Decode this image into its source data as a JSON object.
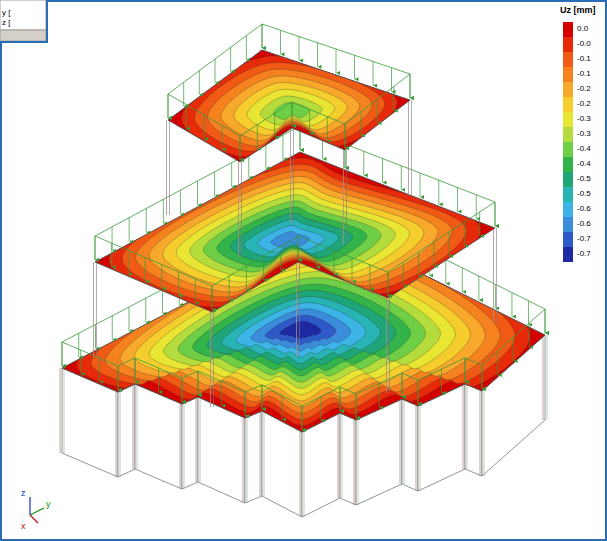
{
  "diagram": {
    "labels": [
      "y [",
      "z [",
      "Uz [mm]",
      "z",
      "y",
      "x"
    ],
    "legend": [
      {
        "text": "0.0",
        "color": "#d40000"
      },
      {
        "text": "-0.0",
        "color": "#e62a0a"
      },
      {
        "text": "-0.1",
        "color": "#f05a14"
      },
      {
        "text": "-0.1",
        "color": "#f5821e"
      },
      {
        "text": "-0.2",
        "color": "#f8a82a"
      },
      {
        "text": "-0.2",
        "color": "#f5cd2d"
      },
      {
        "text": "-0.3",
        "color": "#e8e632"
      },
      {
        "text": "-0.3",
        "color": "#b4dc3c"
      },
      {
        "text": "-0.4",
        "color": "#6ecf46"
      },
      {
        "text": "-0.4",
        "color": "#32b44b"
      },
      {
        "text": "-0.5",
        "color": "#1ea578"
      },
      {
        "text": "-0.5",
        "color": "#28b4b4"
      },
      {
        "text": "-0.6",
        "color": "#3cb4e6"
      },
      {
        "text": "-0.6",
        "color": "#3c8cdc"
      },
      {
        "text": "-0.7",
        "color": "#2d5ac8"
      },
      {
        "text": "-0.7",
        "color": "#1e28a0"
      }
    ]
  }
}
